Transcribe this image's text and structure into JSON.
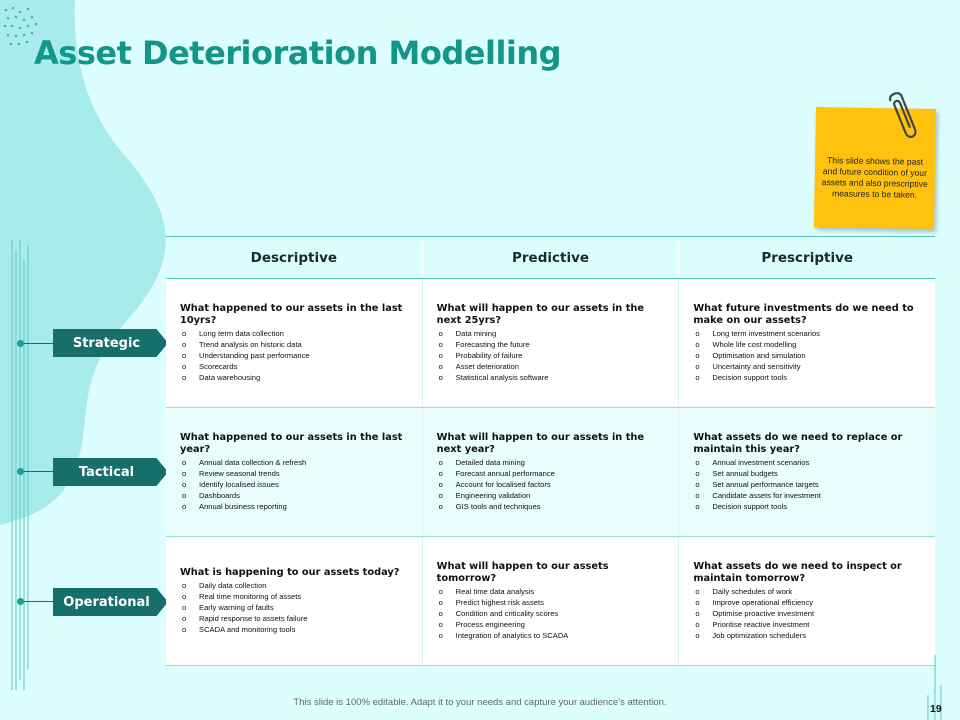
{
  "page": {
    "title": "Asset Deterioration Modelling",
    "footer_text": "This slide is 100% editable. Adapt it to your needs and capture your audience’s attention.",
    "page_number": "19"
  },
  "note": {
    "text": "This slide shows the past and future condition of your assets and also prescriptive measures to be taken.",
    "color": "#ffc20e"
  },
  "colors": {
    "title": "#12968a",
    "label_bg": "#166f6a",
    "background": "#dcfefe",
    "blob": "#a7ecea"
  },
  "table": {
    "columns": [
      "Descriptive",
      "Predictive",
      "Prescriptive"
    ],
    "rows": [
      {
        "label": "Strategic",
        "cells": [
          {
            "question": "What happened to our assets in the last 10yrs?",
            "items": [
              "Long term data collection",
              "Trend analysis on historic data",
              "Understanding past performance",
              "Scorecards",
              "Data warehousing"
            ]
          },
          {
            "question": "What will happen to our assets in the next 25yrs?",
            "items": [
              "Data mining",
              "Forecasting the future",
              "Probability of failure",
              "Asset deterioration",
              "Statistical analysis software"
            ]
          },
          {
            "question": "What future investments do we need to make on our assets?",
            "items": [
              "Long term investment scenarios",
              "Whole life cost modelling",
              "Optimisation and simulation",
              "Uncertainty and sensitivity",
              "Decision support tools"
            ]
          }
        ]
      },
      {
        "label": "Tactical",
        "cells": [
          {
            "question": "What happened to our assets in the last year?",
            "items": [
              "Annual data collection & refresh",
              "Review seasonal trends",
              "Identify localised issues",
              "Dashboards",
              "Annual business reporting"
            ]
          },
          {
            "question": "What will happen to our assets in the next year?",
            "items": [
              "Detailed data mining",
              "Forecast annual performance",
              "Account for localised factors",
              "Engineering validation",
              "GIS tools and techniques"
            ]
          },
          {
            "question": "What assets do we need to replace or maintain this year?",
            "items": [
              "Annual investment scenarios",
              "Set annual budgets",
              "Set annual performance targets",
              "Candidate assets for investment",
              "Decision support tools"
            ]
          }
        ]
      },
      {
        "label": "Operational",
        "cells": [
          {
            "question": "What is happening to our assets today?",
            "items": [
              "Daily data collection",
              "Real time monitoring of assets",
              "Early warning of faults",
              "Rapid response to assets failure",
              "SCADA and monitoring tools"
            ]
          },
          {
            "question": "What will happen to our assets tomorrow?",
            "items": [
              "Real time data analysis",
              "Predict highest risk assets",
              "Condition and criticality scores",
              "Process engineering",
              "Integration of analytics to SCADA"
            ]
          },
          {
            "question": "What assets do we need to inspect or maintain tomorrow?",
            "items": [
              "Daily schedules of work",
              "Improve operational efficiency",
              "Optimise proactive investment",
              "Prioritise reactive investment",
              "Job optimization schedulers"
            ]
          }
        ]
      }
    ]
  }
}
